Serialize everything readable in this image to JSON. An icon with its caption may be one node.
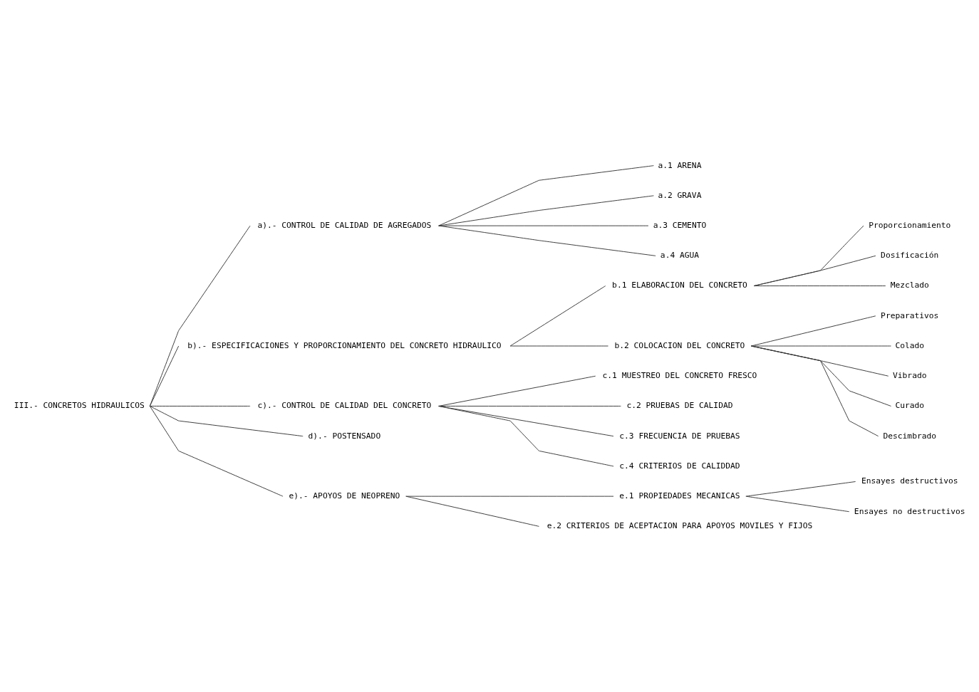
{
  "diagram": {
    "nodes": [
      {
        "text": [
          "III.- CONCRETOS HIDRAULICOS"
        ]
      },
      {
        "text": [
          "a).- CONTROL DE CALIDAD DE AGREGADOS"
        ]
      },
      {
        "text": [
          "a.1 ARENA"
        ]
      },
      {
        "text": [
          "a.2 GRAVA"
        ]
      },
      {
        "text": [
          "a.3 CEMENTO"
        ]
      },
      {
        "text": [
          "a.4 AGUA"
        ]
      },
      {
        "text": [
          "b).- ESPECIFICACIONES Y PROPORCIONAMIENTO DEL CONCRETO HIDRAULICO"
        ]
      },
      {
        "text": [
          "b.1 ELABORACION DEL CONCRETO"
        ]
      },
      {
        "text": [
          "Proporcionamiento"
        ]
      },
      {
        "text": [
          "Dosificación"
        ]
      },
      {
        "text": [
          "Mezclado"
        ]
      },
      {
        "text": [
          "b.2 COLOCACION DEL CONCRETO"
        ]
      },
      {
        "text": [
          "Preparativos"
        ]
      },
      {
        "text": [
          "Colado"
        ]
      },
      {
        "text": [
          "Vibrado"
        ]
      },
      {
        "text": [
          "Curado"
        ]
      },
      {
        "text": [
          "Descimbrado"
        ]
      },
      {
        "text": [
          "c).- CONTROL DE CALIDAD DEL CONCRETO"
        ]
      },
      {
        "text": [
          "c.1 MUESTREO DEL CONCRETO FRESCO"
        ]
      },
      {
        "text": [
          "c.2 PRUEBAS DE CALIDAD"
        ]
      },
      {
        "text": [
          "c.3 FRECUENCIA DE PRUEBAS"
        ]
      },
      {
        "text": [
          "c.4 CRITERIOS DE CALIDDAD"
        ]
      },
      {
        "text": [
          "d).- POSTENSADO"
        ]
      },
      {
        "text": [
          "e).- APOYOS DE NEOPRENO"
        ]
      },
      {
        "text": [
          "e.1 PROPIEDADES MECANICAS"
        ]
      },
      {
        "text": [
          "Ensayes destructivos"
        ]
      },
      {
        "text": [
          "Ensayes no destructivos"
        ]
      },
      {
        "text": [
          "e.2 CRITERIOS DE ACEPTACION PARA APOYOS MOVILES Y FIJOS"
        ]
      }
    ],
    "edges": [
      {
        "from": 0,
        "to": 1,
        "arrow": "none"
      },
      {
        "from": 0,
        "to": 6,
        "arrow": "none"
      },
      {
        "from": 0,
        "to": 17,
        "arrow": "none"
      },
      {
        "from": 0,
        "to": 22,
        "arrow": "none"
      },
      {
        "from": 0,
        "to": 23,
        "arrow": "none"
      },
      {
        "from": 1,
        "to": 2,
        "arrow": "none"
      },
      {
        "from": 1,
        "to": 3,
        "arrow": "none"
      },
      {
        "from": 1,
        "to": 4,
        "arrow": "none"
      },
      {
        "from": 1,
        "to": 5,
        "arrow": "none"
      },
      {
        "from": 6,
        "to": 7,
        "arrow": "none"
      },
      {
        "from": 6,
        "to": 11,
        "arrow": "none"
      },
      {
        "from": 7,
        "to": 8,
        "arrow": "none"
      },
      {
        "from": 7,
        "to": 9,
        "arrow": "none"
      },
      {
        "from": 7,
        "to": 10,
        "arrow": "none"
      },
      {
        "from": 11,
        "to": 12,
        "arrow": "none"
      },
      {
        "from": 11,
        "to": 13,
        "arrow": "none"
      },
      {
        "from": 11,
        "to": 14,
        "arrow": "none"
      },
      {
        "from": 11,
        "to": 15,
        "arrow": "none"
      },
      {
        "from": 11,
        "to": 16,
        "arrow": "none"
      },
      {
        "from": 17,
        "to": 18,
        "arrow": "none"
      },
      {
        "from": 17,
        "to": 19,
        "arrow": "none"
      },
      {
        "from": 17,
        "to": 20,
        "arrow": "none"
      },
      {
        "from": 17,
        "to": 21,
        "arrow": "none"
      },
      {
        "from": 23,
        "to": 24,
        "arrow": "none"
      },
      {
        "from": 23,
        "to": 27,
        "arrow": "none"
      },
      {
        "from": 24,
        "to": 25,
        "arrow": "none"
      },
      {
        "from": 24,
        "to": 26,
        "arrow": "none"
      }
    ]
  }
}
